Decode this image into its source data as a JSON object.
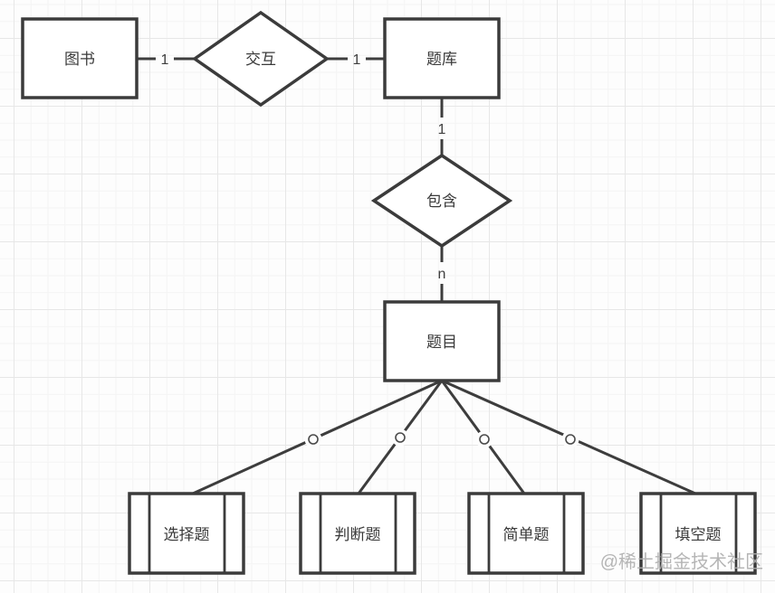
{
  "colors": {
    "stroke": "#3b3b3b",
    "text": "#3a3a3a",
    "background": "#fdfdfd",
    "grid_minor": "#f4f4f4",
    "grid_major": "#e7e7e7",
    "watermark": "#aeaeae"
  },
  "entities": [
    {
      "id": "book",
      "label": "图书"
    },
    {
      "id": "question-bank",
      "label": "题库"
    },
    {
      "id": "question",
      "label": "题目"
    }
  ],
  "relationships": [
    {
      "id": "interact",
      "label": "交互"
    },
    {
      "id": "contain",
      "label": "包含"
    }
  ],
  "cardinalities": [
    {
      "id": "book-interact",
      "label": "1"
    },
    {
      "id": "interact-question-bank",
      "label": "1"
    },
    {
      "id": "question-bank-contain",
      "label": "1"
    },
    {
      "id": "contain-question",
      "label": "n"
    }
  ],
  "question_types": [
    {
      "id": "choice",
      "label": "选择题"
    },
    {
      "id": "judge",
      "label": "判断题"
    },
    {
      "id": "simple",
      "label": "简单题"
    },
    {
      "id": "fill-blank",
      "label": "填空题"
    }
  ],
  "watermark": {
    "text": "@稀土掘金技术社区"
  }
}
